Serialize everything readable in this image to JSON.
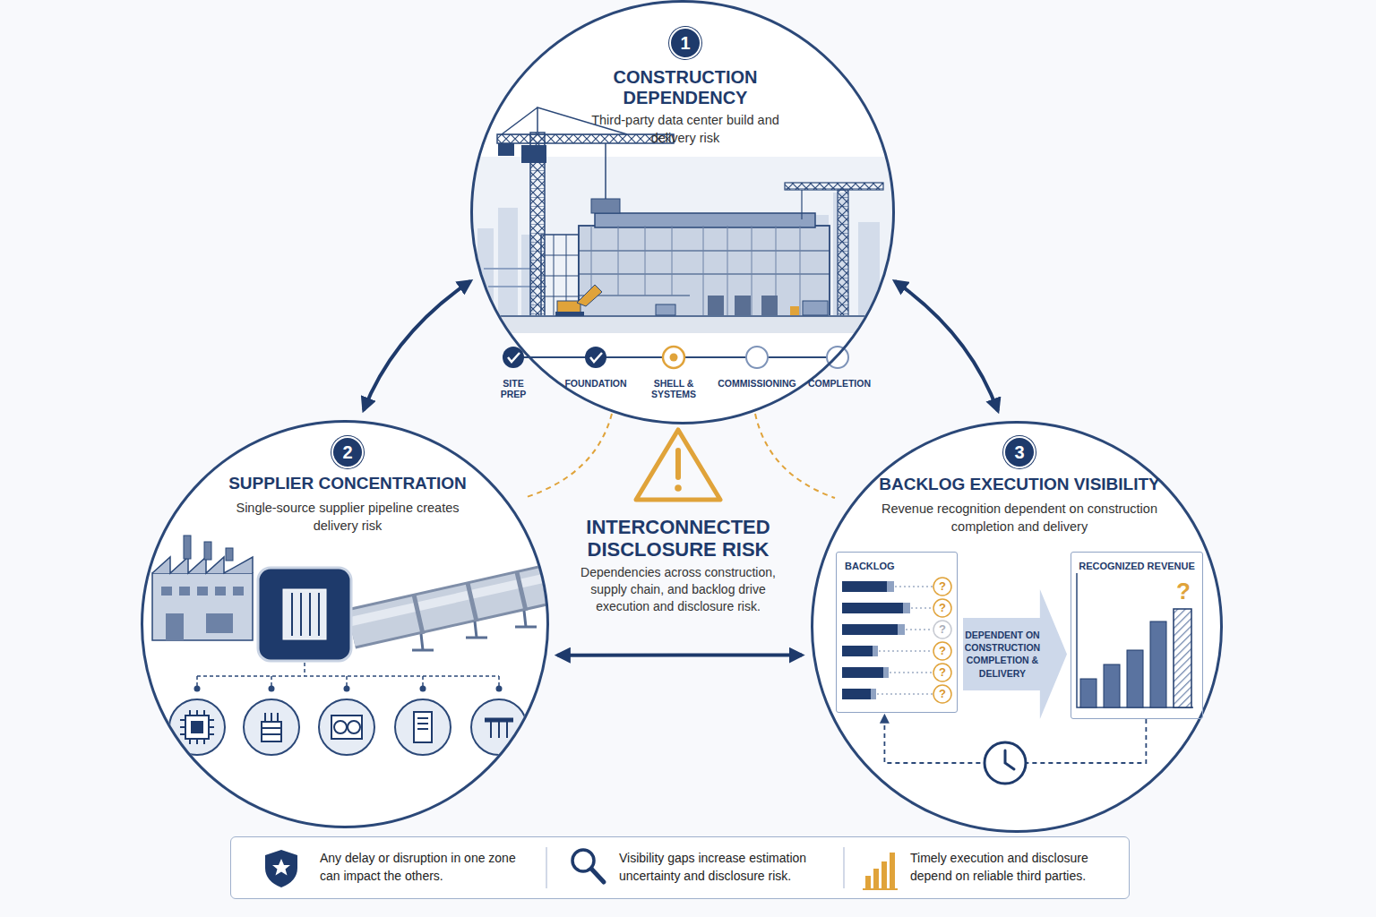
{
  "diagram": {
    "nodes": [
      {
        "text": [
          "CONSTRUCTION DEPENDENCY",
          "Third-party data center build and delivery risk"
        ]
      },
      {
        "text": [
          "1"
        ],
        "in": 0
      },
      {
        "text": [
          "SUPPLIER CONCENTRATION",
          "Single-source supplier pipeline creates delivery risk"
        ]
      },
      {
        "text": [
          "2"
        ],
        "in": 2
      },
      {
        "text": [
          "BACKLOG EXECUTION VISIBILITY",
          "Revenue recognition dependent on construction completion and delivery"
        ]
      },
      {
        "text": [
          "3"
        ],
        "in": 4
      },
      {
        "text": [
          "BACKLOG"
        ],
        "in": 4
      },
      {
        "text": [
          "DEPENDENT ON CONSTRUCTION COMPLETION & DELIVERY"
        ],
        "in": 4
      },
      {
        "text": [
          "RECOGNIZED REVENUE"
        ],
        "in": 4
      },
      {
        "text": [
          "Any delay or disruption in one zone can impact the others.",
          "Visibility gaps increase estimation uncertainty and disclosure risk.",
          "Timely execution and disclosure depend on reliable third parties."
        ]
      }
    ],
    "edges": [
      {
        "from": 0,
        "to": 2,
        "arrow": "both"
      },
      {
        "from": 0,
        "to": 4,
        "arrow": "both"
      },
      {
        "from": 2,
        "to": 4,
        "arrow": "both"
      },
      {
        "from": 8,
        "to": 6,
        "arrow": "to"
      }
    ],
    "labels": [
      "SITE PREP",
      "FOUNDATION",
      "SHELL & SYSTEMS",
      "COMMISSIONING",
      "COMPLETION",
      "INTERCONNECTED DISCLOSURE RISK",
      "Dependencies across construction, supply chain, and backlog drive execution and disclosure risk.",
      "?",
      "?",
      "?",
      "?",
      "?",
      "?",
      "?"
    ]
  }
}
